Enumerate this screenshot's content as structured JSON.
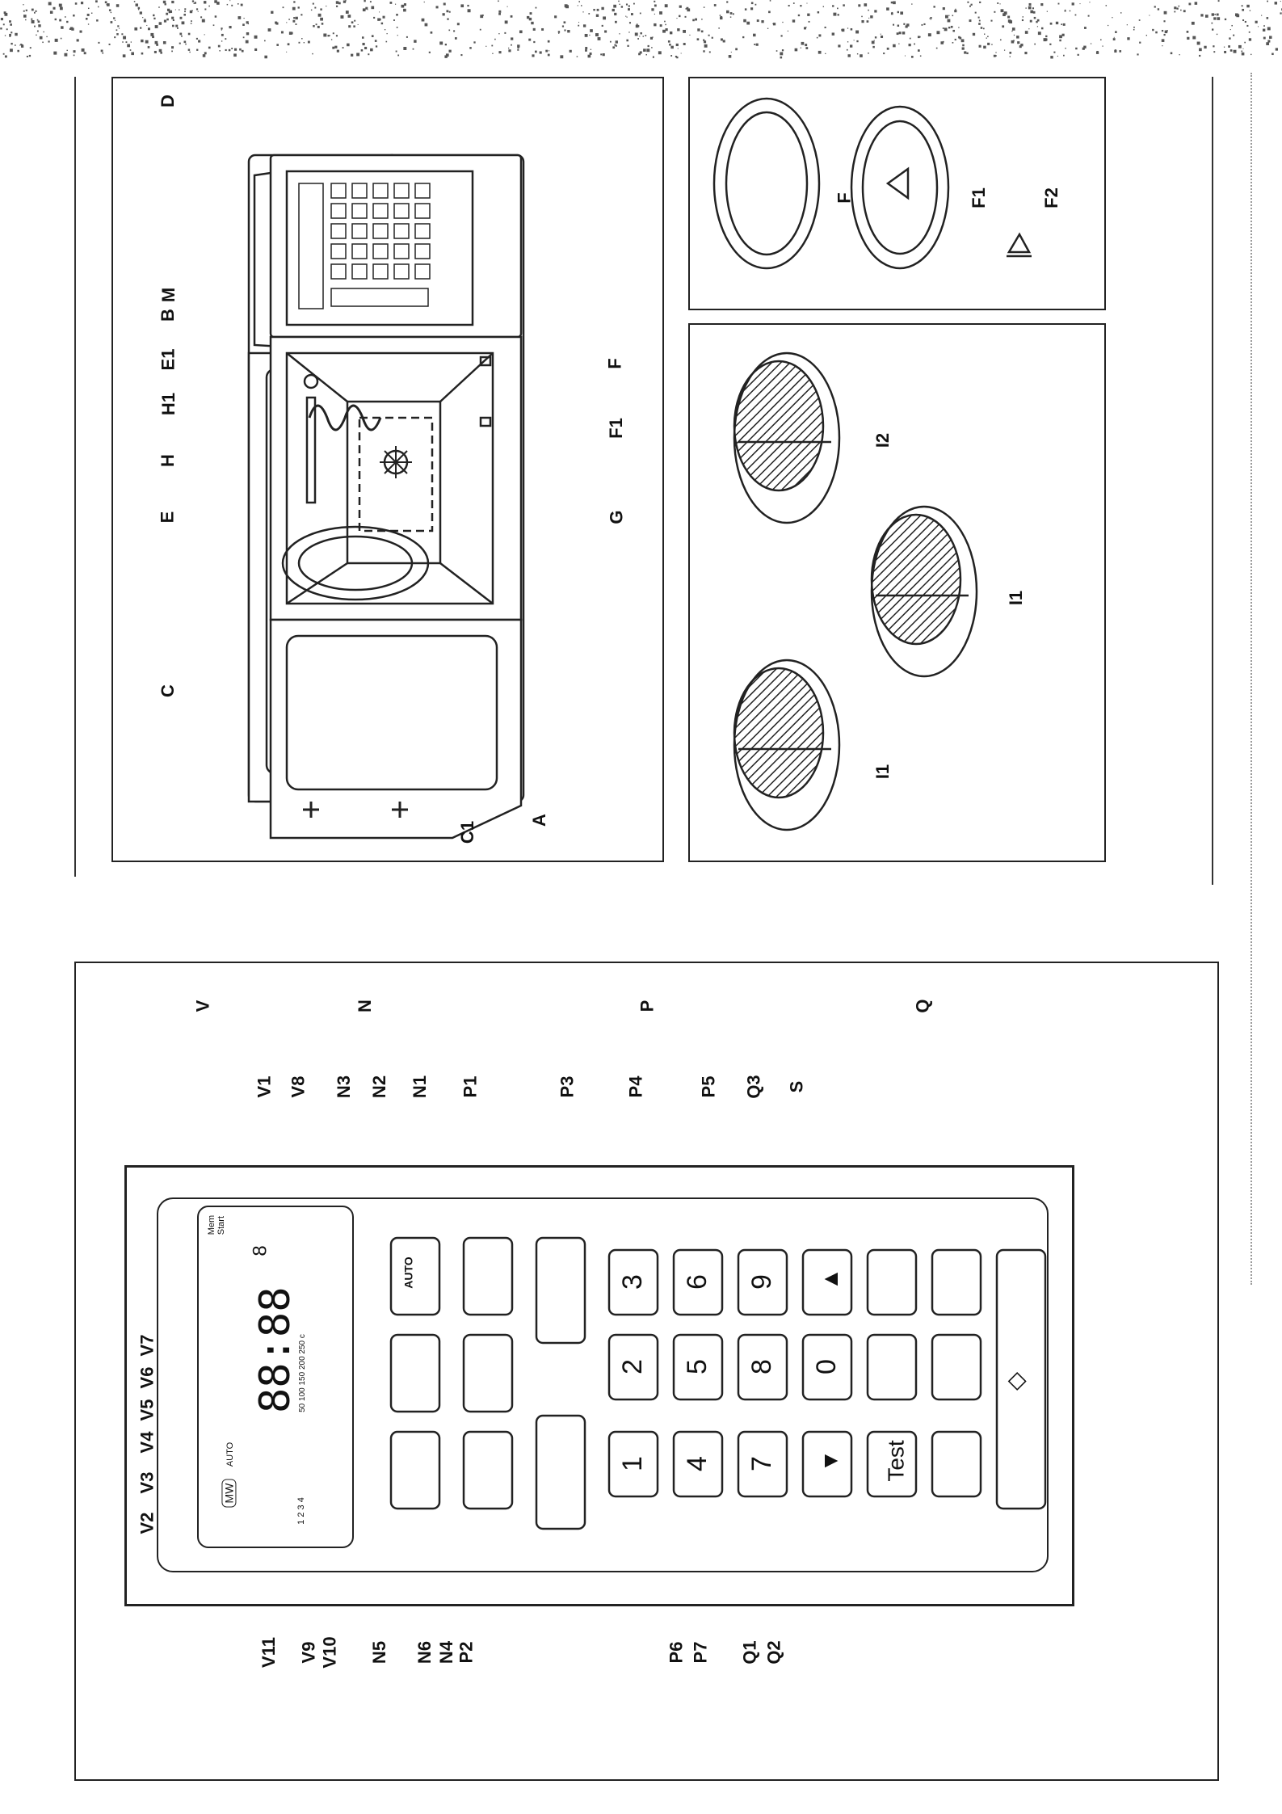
{
  "oven_callouts": [
    "A",
    "C1",
    "C",
    "E",
    "H",
    "H1",
    "E1",
    "B",
    "M",
    "D",
    "G",
    "F1",
    "F"
  ],
  "turntable_labels": [
    "F",
    "F1",
    "F2"
  ],
  "rack_labels": [
    "I1",
    "I1",
    "I2"
  ],
  "panel": {
    "group_labels": [
      "V",
      "N",
      "P",
      "Q"
    ],
    "right_labels": [
      "V1",
      "V8",
      "N3",
      "N2",
      "N1",
      "P1",
      "P3",
      "P4",
      "P5",
      "Q3",
      "S"
    ],
    "left_labels": [
      "V11",
      "V9",
      "V10",
      "N5",
      "N6",
      "N4",
      "P2",
      "P6",
      "P7",
      "Q1",
      "Q2"
    ],
    "top_labels": [
      "V2",
      "V3",
      "V4",
      "V5",
      "V6",
      "V7"
    ],
    "display": {
      "digits": "88:88",
      "small_digit": "8",
      "level_numbers": [
        "1",
        "2",
        "3",
        "4"
      ],
      "mw_badge": "MW",
      "auto_text": "AUTO",
      "mem_start": [
        "Mem",
        "Start"
      ],
      "temp_scale": [
        "50",
        "100",
        "150",
        "200",
        "250"
      ],
      "temp_unit": "c"
    },
    "keys": {
      "auto": "AUTO",
      "digits": [
        "1",
        "2",
        "3",
        "4",
        "5",
        "6",
        "7",
        "8",
        "9",
        "0"
      ],
      "test": "Test",
      "down_arrow": "▼",
      "up_arrow": "▲",
      "start": "◇"
    }
  }
}
